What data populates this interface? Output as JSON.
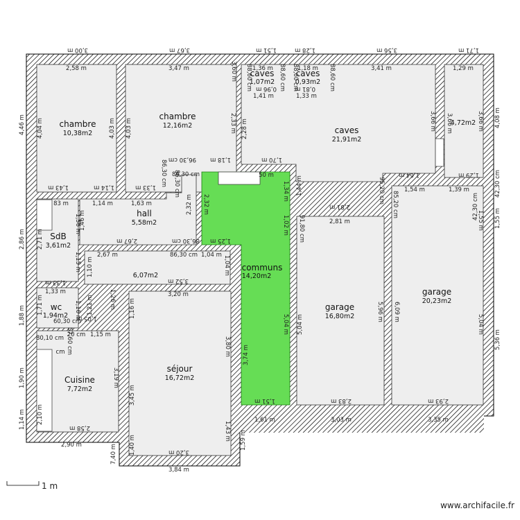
{
  "rooms": {
    "chambre1": {
      "name": "chambre",
      "area": "10,38m2"
    },
    "chambre2": {
      "name": "chambre",
      "area": "12,16m2"
    },
    "cave1": {
      "name": "caves",
      "area": "1,07m2"
    },
    "cave2": {
      "name": "caves",
      "area": "0,93m2"
    },
    "caves": {
      "name": "caves",
      "area": "21,91m2"
    },
    "small_right": {
      "name": "",
      "area": "4,72m2"
    },
    "hall": {
      "name": "hall",
      "area": "5,58m2"
    },
    "sdb": {
      "name": "SdB",
      "area": "3,61m2"
    },
    "corridor": {
      "name": "",
      "area": "6,07m2"
    },
    "communs": {
      "name": "communs",
      "area": "14,20m2"
    },
    "wc": {
      "name": "wc",
      "area": "1,94m2"
    },
    "cuisine": {
      "name": "Cuisine",
      "area": "7,72m2"
    },
    "sejour": {
      "name": "séjour",
      "area": "16,72m2"
    },
    "garage1": {
      "name": "garage",
      "area": "16,80m2"
    },
    "garage2": {
      "name": "garage",
      "area": "20,23m2"
    }
  },
  "dimensions": {
    "top_outer": [
      "3,00 m",
      "3,67 m",
      "1,51 m",
      "1,28 m",
      "3,56 m",
      "1,71 m"
    ],
    "top_inner": [
      "2,58 m",
      "3,47 m",
      "1,36 m",
      "1,18 m",
      "3,41 m",
      "1,29 m"
    ],
    "cave_inner": [
      "0,96 m",
      "0,81 m",
      "1,41 m",
      "1,33 m"
    ],
    "cave_vertical": [
      "88,60 cm",
      "88,60 cm",
      "88,60 cm",
      "88,60 cm"
    ],
    "room_vertical": [
      "4,04 m",
      "4,03 m",
      "4,03 m",
      "3,60 m",
      "2,33 m",
      "2,28 m",
      "3,66 m",
      "3,66 m",
      "3,66 m"
    ],
    "left_outer": [
      "4,46 m",
      "2,86 m",
      "1,88 m",
      "1,90 m",
      "1,14 m"
    ],
    "right_outer": [
      "4,08 m",
      "42,30 cm",
      "1,55 m",
      "5,36 m"
    ],
    "chambre_bottom": [
      "1,43 m",
      "1,14 m",
      "1,33 m",
      "96,30 cm",
      "1,18 m",
      "86,30 cm",
      "86,30 cm",
      "86,30 cm",
      "1,70 m",
      "50 m"
    ],
    "caves_bottom": [
      "1,64 m",
      "1,54 m",
      "1,29 m",
      "1,39 m",
      "95,20 cm",
      "85,20 cm",
      "42,30 cm",
      "1,55 m"
    ],
    "hall_dims": [
      "83 m",
      "1,14 m",
      "1,63 m",
      "1,46 m",
      "1,56 m",
      "2,32 m",
      "2,32 m",
      "2,67 m",
      "86,30 cm",
      "1,25 m",
      "1,34 m",
      "1,44 m",
      "1,02 m",
      "2,81 m",
      "2,81 m",
      "91,80 cm"
    ],
    "sdb_dims": [
      "2,71 m",
      "1,15 m",
      "1,10 m",
      "1,33 m",
      "1,33 m",
      "1,04 m",
      "1,04 m",
      "2,67 m",
      "86,30 cm",
      "3,52 m",
      "3,20 m"
    ],
    "wc_dims": [
      "1,71 m",
      "1,16 m",
      "1,21 m",
      "1,05 m",
      "1,26 m",
      "1,16 m",
      "60,30 cm",
      "80,10 cm",
      "57,60 cm",
      "20 cm",
      "1,15 m",
      "cm"
    ],
    "communs_dims": [
      "3,74 m",
      "5,04 m",
      "5,04 m",
      "5,96 m",
      "6,09 m",
      "5,04 m",
      "1,51 m"
    ],
    "garage_dims": [
      "2,83 m",
      "2,93 m",
      "1,61 m",
      "3,03 m",
      "3,35 m"
    ],
    "cuisine_dims": [
      "3,19 m",
      "2,10 m",
      "2,58 m",
      "2,90 m"
    ],
    "sejour_dims": [
      "3,45 m",
      "3,80 m",
      "1,43 m",
      "3,20 m",
      "3,84 m",
      "1,40 m",
      "7,40 m",
      "1,59 m"
    ]
  },
  "scale": {
    "label": "1 m"
  },
  "credit": "www.archifacile.fr",
  "colors": {
    "wall_hatch": "#000000",
    "room_fill": "#eeeeee",
    "communs_fill": "#66dd55",
    "background": "#ffffff"
  }
}
